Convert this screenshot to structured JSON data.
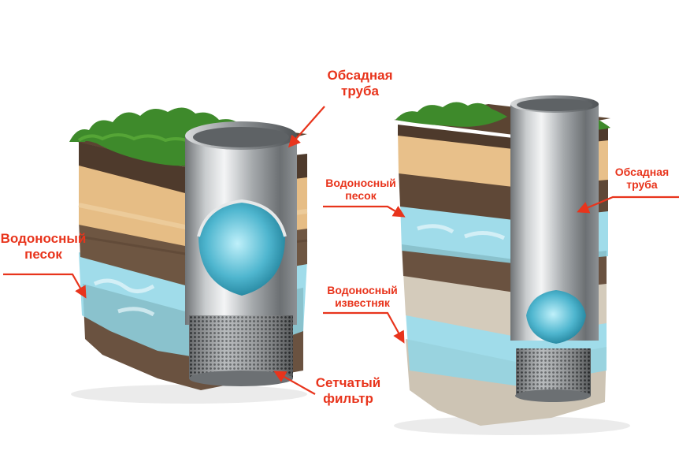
{
  "colors": {
    "label": "#e8341c",
    "grass": "#3f8a2c",
    "sand": "#e4bb83",
    "soil": "#6b5340",
    "water": "#7fd0e3",
    "limestone": "#cfc6b6",
    "steel": "#b9bcbf"
  },
  "left_diagram": {
    "casing_label": [
      "Обсадная",
      "труба"
    ],
    "aquifer_sand_label": [
      "Водоносный",
      "песок"
    ],
    "mesh_filter_label": [
      "Сетчатый",
      "фильтр"
    ]
  },
  "right_diagram": {
    "aquifer_sand_label": [
      "Водоносный",
      "песок"
    ],
    "casing_label": [
      "Обсадная",
      "труба"
    ],
    "aquifer_limestone_label": [
      "Водоносный",
      "известняк"
    ]
  }
}
